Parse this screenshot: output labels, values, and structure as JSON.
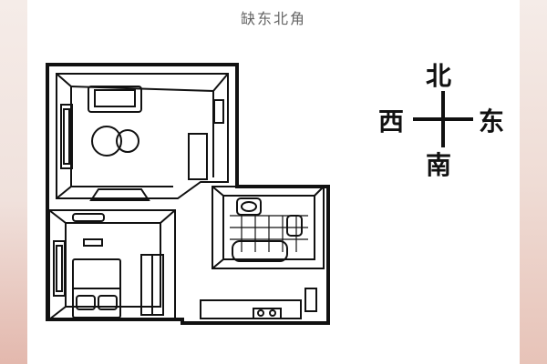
{
  "title": "缺东北角",
  "compass": {
    "north": "北",
    "south": "南",
    "west": "西",
    "east": "东"
  },
  "colors": {
    "line": "#111111",
    "card": "#ffffff",
    "background": "#f3ebe6"
  }
}
